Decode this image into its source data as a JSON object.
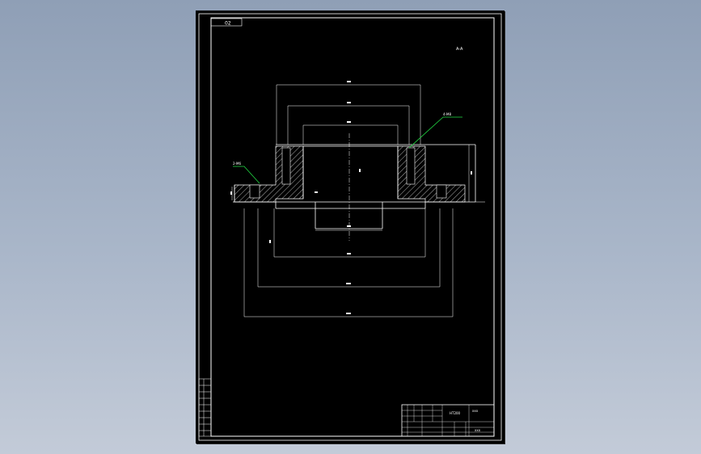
{
  "document": {
    "sheet_code": "02",
    "view_label": "A-A",
    "leader_left": "2-M6",
    "leader_right": "4-M8",
    "title_block": {
      "material": "HT200",
      "drawing_title": "xxx",
      "part_name": "xxx"
    }
  },
  "colors": {
    "line": "#ffffff",
    "hatch": "#ffffff",
    "leader": "#22dd44",
    "frame_code": "#33ff55",
    "background": "#000000"
  }
}
